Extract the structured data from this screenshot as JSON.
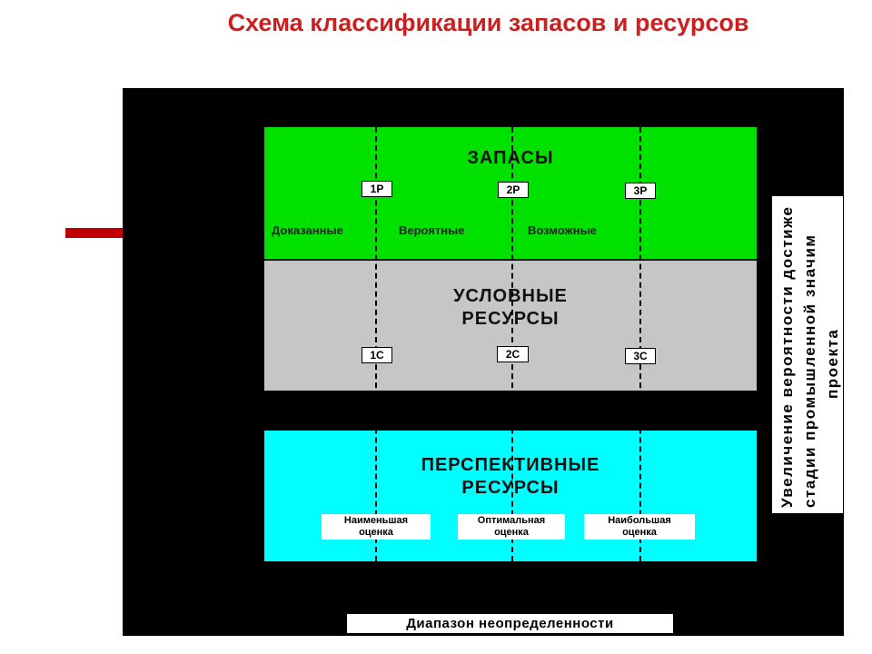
{
  "title": "Схема классификации запасов и ресурсов",
  "bands": {
    "reserves": {
      "title": "ЗАПАСЫ",
      "color": "#00e100"
    },
    "conditional": {
      "title_line1": "УСЛОВНЫЕ",
      "title_line2": "РЕСУРСЫ",
      "color": "#c6c6c6"
    },
    "prospective": {
      "title_line1": "ПЕРСПЕКТИВНЫЕ",
      "title_line2": "РЕСУРСЫ",
      "color": "#00ffff"
    }
  },
  "reserve_tags": [
    "1P",
    "2P",
    "3P"
  ],
  "reserve_labels": [
    "Доказанные",
    "Вероятные",
    "Возможные"
  ],
  "resource_tags": [
    "1C",
    "2C",
    "3C"
  ],
  "estimates": [
    {
      "line1": "Наименьшая",
      "line2": "оценка"
    },
    {
      "line1": "Оптимальная",
      "line2": "оценка"
    },
    {
      "line1": "Наибольшая",
      "line2": "оценка"
    }
  ],
  "uncertainty_range": "Диапазон неопределенности",
  "side_note": {
    "line1": "Увеличение вероятности достиже",
    "line2": "стадии промышленной значим",
    "line3": "проекта"
  },
  "colors": {
    "title": "#cc1f1f",
    "accent_bar": "#c00000",
    "frame": "#000000"
  }
}
